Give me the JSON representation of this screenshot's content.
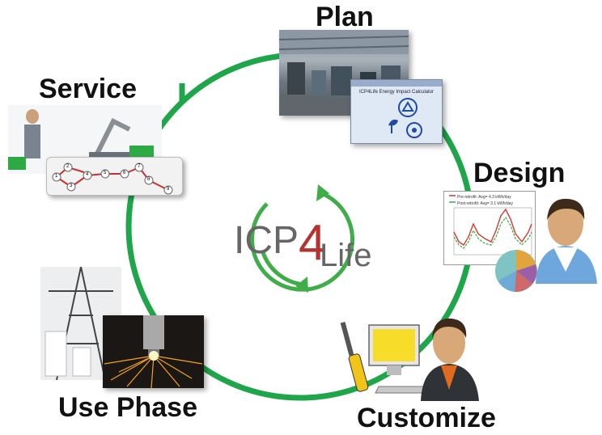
{
  "cycle": {
    "ring_color": "#1fa54a",
    "logo": {
      "part1": "ICP",
      "digit": "4",
      "part2": "Life",
      "accent_color": "#b5322f",
      "text_color": "#666666"
    }
  },
  "phases": {
    "plan": {
      "label": "Plan",
      "calculator_title": "ICP4Life Energy Impact Calculator"
    },
    "design": {
      "label": "Design",
      "chart_legend": [
        "Pre-retrofit: Avg= 4.3 kWh/day",
        "Post-retrofit: Avg= 3.1 kWh/day"
      ],
      "legend_colors": [
        "#d43a2f",
        "#3aa842"
      ]
    },
    "customize": {
      "label": "Customize"
    },
    "use_phase": {
      "label": "Use Phase"
    },
    "service": {
      "label": "Service",
      "flow_nodes": [
        "1",
        "2",
        "3",
        "4",
        "5",
        "6",
        "7",
        "8",
        "9"
      ]
    }
  }
}
